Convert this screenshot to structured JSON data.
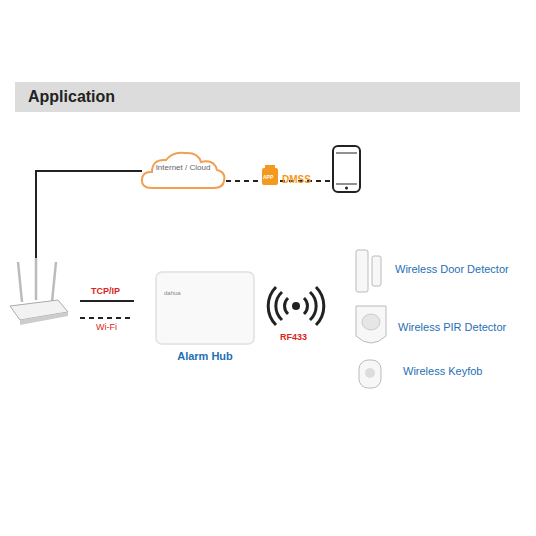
{
  "diagram": {
    "title": "Application",
    "nodes": [
      {
        "text": [
          "Internet / Cloud"
        ]
      },
      {
        "text": [
          "dahua",
          "Alarm Hub"
        ]
      }
    ],
    "labels": [
      "APP",
      "DMSS",
      "TCP/IP",
      "Wi-Fi",
      "RF433",
      "Wireless Door Detector",
      "Wireless PIR Detector",
      "Wireless Keyfob"
    ]
  }
}
